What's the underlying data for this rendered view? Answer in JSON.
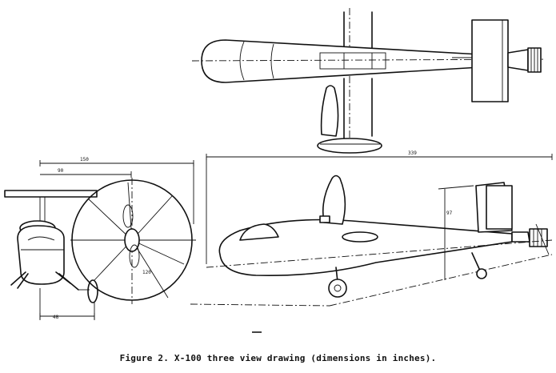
{
  "caption": "Figure 2.  X-100 three view drawing (dimensions in inches).",
  "dimensions": {
    "front_width": "150",
    "front_partial": "90",
    "rotor_diameter": "120",
    "gear_track": "48",
    "overall_length": "339",
    "tail_height": "97"
  }
}
